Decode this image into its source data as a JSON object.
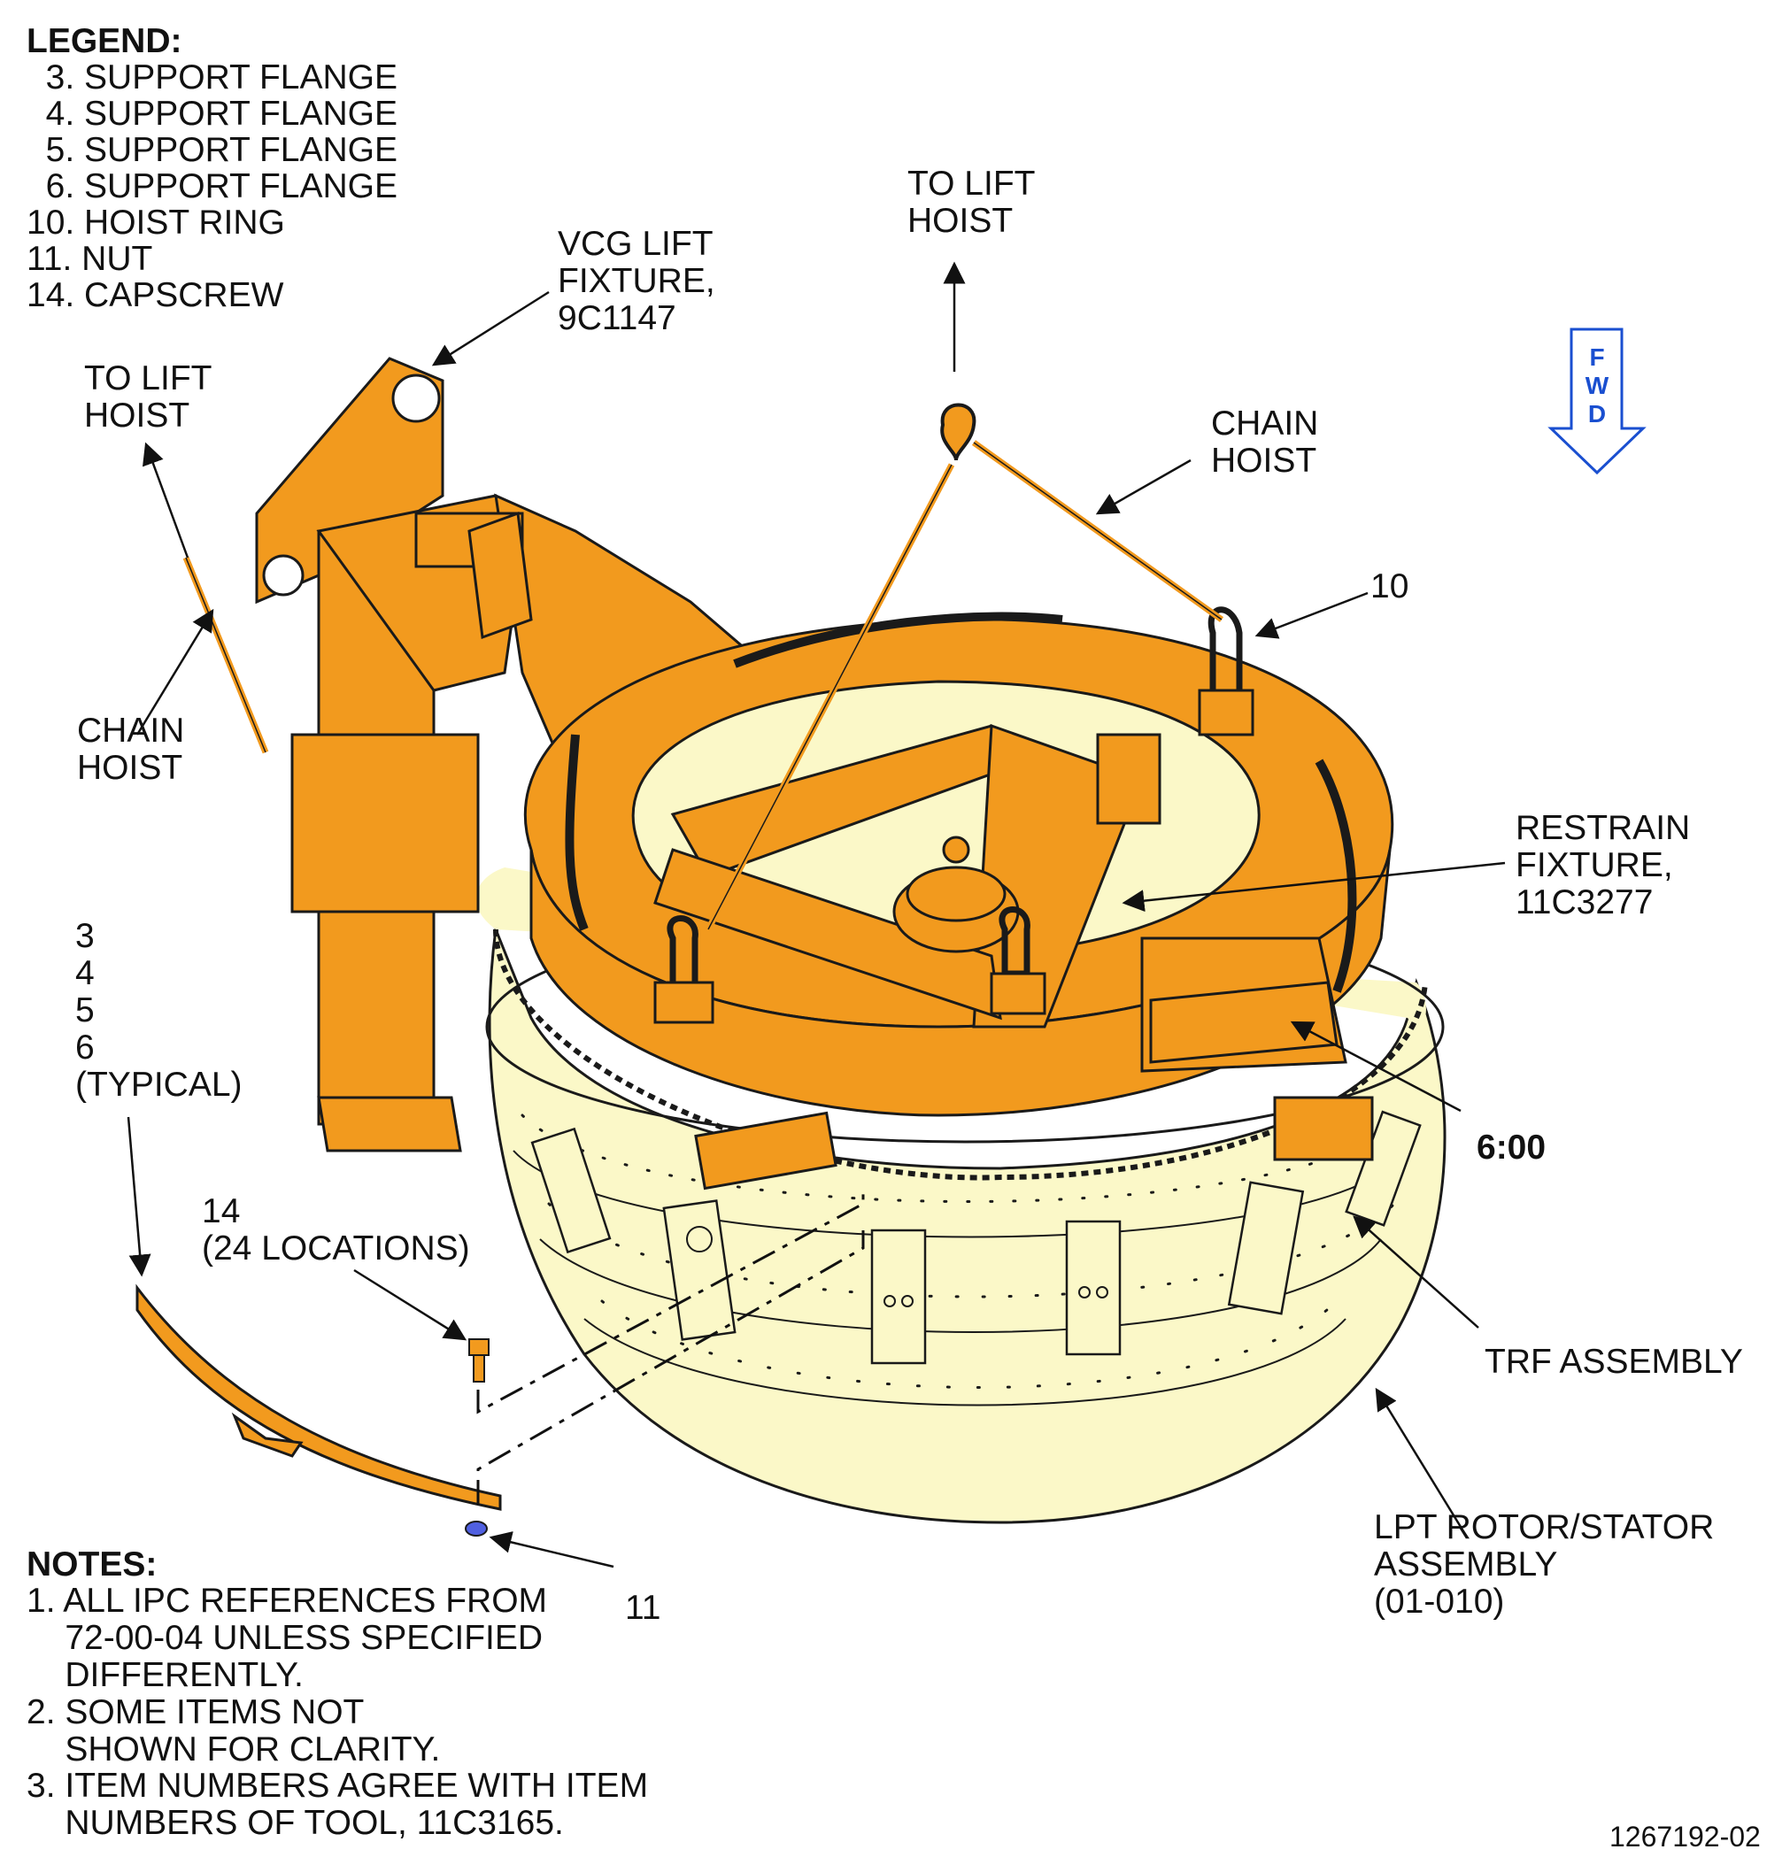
{
  "legend": {
    "title": "LEGEND:",
    "items": [
      "  3. SUPPORT FLANGE",
      "  4. SUPPORT FLANGE",
      "  5. SUPPORT FLANGE",
      "  6. SUPPORT FLANGE",
      "10. HOIST RING",
      "11. NUT",
      "14. CAPSCREW"
    ]
  },
  "callouts": {
    "vcg_lift": "VCG LIFT\nFIXTURE,\n9C1147",
    "to_lift_hoist_top": "TO LIFT\nHOIST",
    "to_lift_hoist_left": "TO LIFT\nHOIST",
    "chain_hoist_right": "CHAIN\nHOIST",
    "chain_hoist_left": "CHAIN\nHOIST",
    "item_10": "10",
    "restrain_fixture": "RESTRAIN\nFIXTURE,\n11C3277",
    "flanges": "3\n4\n5\n6\n(TYPICAL)",
    "six_oclock": "6:00",
    "item_14": "14\n(24 LOCATIONS)",
    "trf_assembly": "TRF ASSEMBLY",
    "lpt_assembly": "LPT ROTOR/STATOR\nASSEMBLY\n(01-010)",
    "item_11": "11"
  },
  "fwd": [
    "F",
    "W",
    "D"
  ],
  "notes": {
    "title": "NOTES:",
    "items": [
      "1. ALL IPC REFERENCES FROM\n    72-00-04 UNLESS SPECIFIED\n    DIFFERENTLY.",
      "2. SOME ITEMS NOT\n    SHOWN FOR CLARITY.",
      "3. ITEM NUMBERS AGREE WITH ITEM\n    NUMBERS OF TOOL, 11C3165."
    ]
  },
  "figure_id": "1267192-02",
  "colors": {
    "fixture": "#f29a1e",
    "assembly": "#fbf8c8",
    "outline": "#1a1a1a",
    "fwd_arrow": "#1a4fd0",
    "hardware": "#5060e0"
  }
}
